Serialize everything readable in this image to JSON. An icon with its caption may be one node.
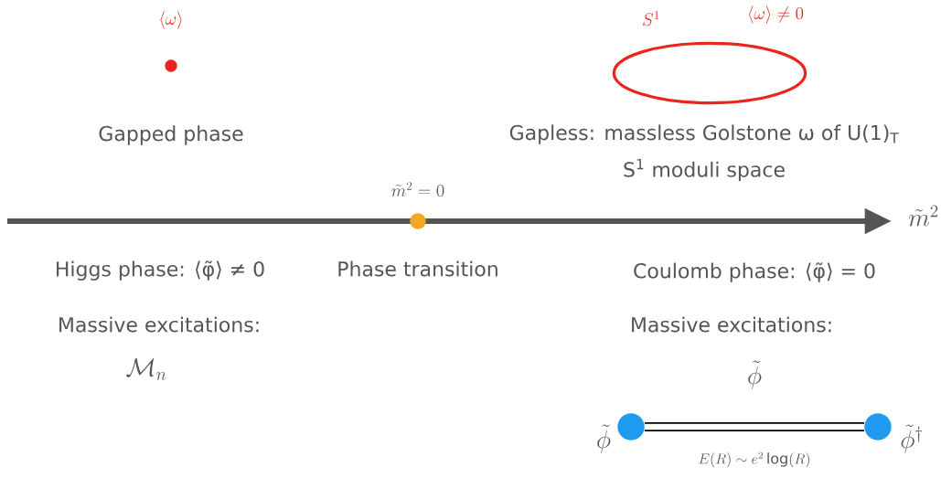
{
  "diagram": {
    "nodes": [
      {
        "text": [],
        "shape": "circle",
        "beside": [
          "\\langle\\omega\\rangle"
        ]
      },
      {
        "text": [],
        "shape": "ellipse",
        "beside": [
          "S^1",
          "\\langle\\omega\\rangle \\neq 0"
        ]
      },
      {
        "text": [],
        "shape": "circle",
        "beside": [
          "\\tilde{m}^2 = 0"
        ]
      },
      {
        "text": [],
        "shape": "circle",
        "beside": [
          "\\tilde{\\phi}"
        ]
      },
      {
        "text": [],
        "shape": "circle",
        "beside": [
          "\\tilde{\\phi}^{\\dagger}"
        ]
      }
    ],
    "edges": [
      {
        "from": 3,
        "to": 4,
        "arrow": "none",
        "label": "E(R) \\sim e^2 \\log(R)"
      }
    ],
    "labels": [
      "Gapped phase",
      "Gapless: massless Golstone ω of U(1)$_{T}$",
      "S$^{1}$ moduli space",
      "\\tilde{m}^2",
      "Higgs phase: ⟨φ̃⟩ ≠ 0",
      "Phase transition",
      "Coulomb phase: ⟨φ̃⟩ = 0",
      "Massive excitations:",
      "\\mathcal{M}_n",
      "Massive excitations:",
      "\\tilde{\\phi}"
    ]
  }
}
